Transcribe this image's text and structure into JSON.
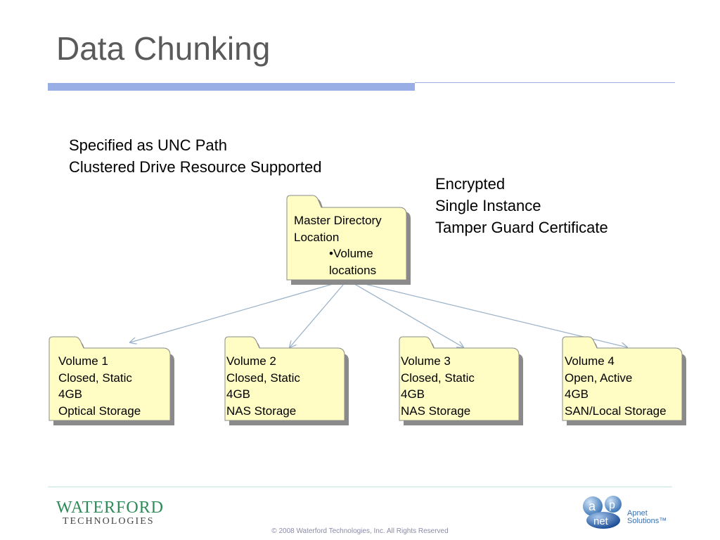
{
  "slide": {
    "title": "Data Chunking",
    "notes_left": [
      "Specified as UNC Path",
      "Clustered Drive Resource Supported"
    ],
    "notes_right": [
      "Encrypted",
      "Single Instance",
      "Tamper Guard Certificate"
    ]
  },
  "master": {
    "line1": "Master Directory",
    "line2": "Location",
    "bullet1": "•Volume",
    "bullet2": "locations"
  },
  "volumes": [
    {
      "name": "Volume 1",
      "state": "Closed, Static",
      "size": "4GB",
      "storage": "Optical Storage"
    },
    {
      "name": "Volume 2",
      "state": "Closed, Static",
      "size": "4GB",
      "storage": "NAS Storage"
    },
    {
      "name": "Volume 3",
      "state": "Closed, Static",
      "size": "4GB",
      "storage": "NAS Storage"
    },
    {
      "name": "Volume 4",
      "state": "Open, Active",
      "size": "4GB",
      "storage": "SAN/Local Storage"
    }
  ],
  "footer": {
    "logo_left_line1": "WATERFORD",
    "logo_left_line2": "TECHNOLOGIES",
    "logo_right_a": "a",
    "logo_right_p": "p",
    "logo_right_net": "net",
    "logo_right_brand1": "Apnet",
    "logo_right_brand2": "Solutions™",
    "copyright": "© 2008 Waterford Technologies, Inc. All Rights Reserved"
  },
  "colors": {
    "folder_fill": "#fffdc4",
    "folder_shadow": "#8a8a8a",
    "connector": "#9bb2c8",
    "title_rule": "#9aaee6"
  }
}
